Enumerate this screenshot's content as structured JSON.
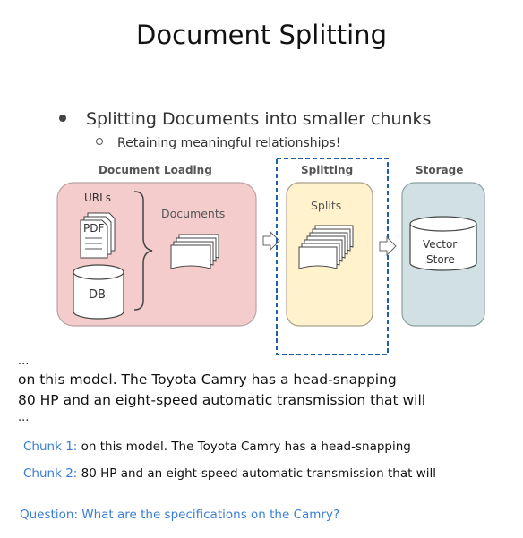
{
  "title": "Document Splitting",
  "bullet": "Splitting Documents into smaller chunks",
  "sub_bullet": "Retaining meaningful relationships!",
  "diagram": {
    "stage_loading": "Document Loading",
    "stage_splitting": "Splitting",
    "stage_storage": "Storage",
    "urls_label": "URLs",
    "pdf_label": "PDF",
    "db_label": "DB",
    "documents_label": "Documents",
    "splits_label": "Splits",
    "vector_store_line1": "Vector",
    "vector_store_line2": "Store",
    "colors": {
      "loading_fill": "#f4cccc",
      "splitting_fill": "#fff2cc",
      "storage_fill": "#d0e0e3",
      "highlight_border": "#1f5fa8"
    }
  },
  "text": {
    "ellipsis_top": "...",
    "line1": "on this model. The Toyota Camry has a head-snapping",
    "line2": "80 HP and an eight-speed automatic transmission that will",
    "ellipsis_bottom": "..."
  },
  "chunks": [
    {
      "label": "Chunk 1:",
      "text": " on this model. The Toyota Camry has a head-snapping"
    },
    {
      "label": "Chunk 2:",
      "text": " 80 HP and an eight-speed automatic transmission that will"
    }
  ],
  "question": "Question: What are the specifications on the Camry?"
}
